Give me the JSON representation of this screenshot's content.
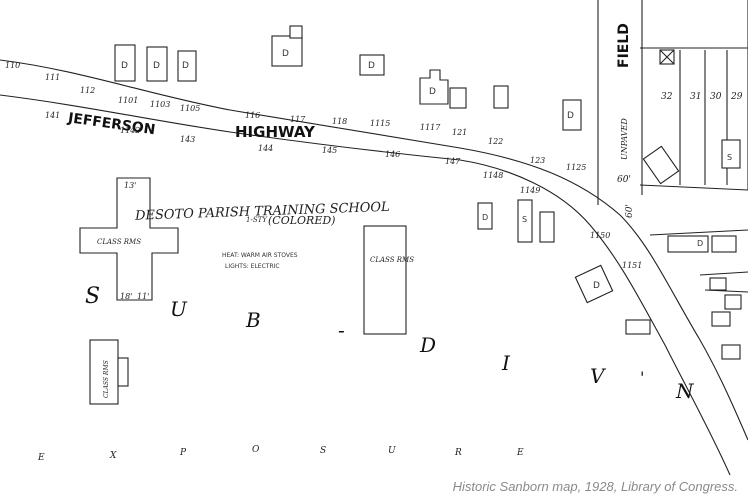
{
  "map": {
    "streets": {
      "jefferson": "JEFFERSON",
      "highway": "HIGHWAY",
      "field": "FIELD",
      "unpaved": "UNPAVED"
    },
    "school": {
      "name": "DESOTO PARISH TRAINING SCHOOL",
      "stories": "1-STY",
      "colored": "(COLORED)",
      "heating": "HEAT: WARM AIR STOVES",
      "lights": "LIGHTS: ELECTRIC",
      "class_rms": "CLASS RMS",
      "class_rms_side": "CLASS RMS"
    },
    "subdivision": [
      "S",
      "U",
      "B",
      "-",
      "D",
      "I",
      "V",
      "'",
      "N"
    ],
    "exposure": [
      "E",
      "X",
      "P",
      "O",
      "S",
      "U",
      "R",
      "E"
    ],
    "house_numbers_north": [
      "110",
      "111",
      "112",
      "1101",
      "1103",
      "1105",
      "116",
      "117",
      "118",
      "1115",
      "1117",
      "121",
      "122",
      "123",
      "1125"
    ],
    "house_numbers_south": [
      "141",
      "1142",
      "143",
      "144",
      "145",
      "146",
      "147",
      "1148",
      "1149",
      "1150",
      "1151"
    ],
    "field_lots": [
      "32",
      "31",
      "30",
      "29"
    ],
    "dimensions": [
      "13'",
      "18'",
      "11'",
      "60'",
      "60'"
    ],
    "building_letters": [
      "D",
      "D",
      "D",
      "D",
      "D",
      "D",
      "D",
      "D",
      "S",
      "D",
      "D",
      "S"
    ]
  },
  "caption": "Historic Sanborn map, 1928, Library of Congress."
}
